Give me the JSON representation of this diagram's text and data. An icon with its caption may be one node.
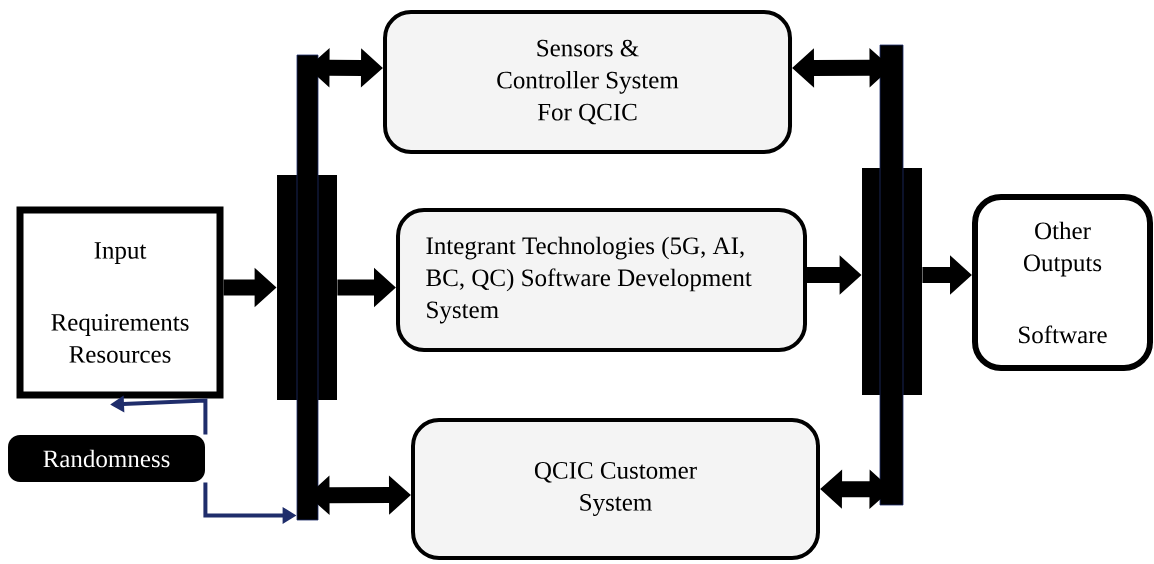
{
  "diagram": {
    "nodes": [
      {
        "text": [
          "Input",
          "Requirements Resources"
        ]
      },
      {
        "text": [
          "Randomness"
        ]
      },
      {
        "text": [],
        "shape": "bar"
      },
      {
        "text": [
          "Sensors & Controller System For QCIC"
        ]
      },
      {
        "text": [
          "Integrant Technologies (5G, AI, BC, QC) Software Development System"
        ]
      },
      {
        "text": [
          "QCIC Customer System"
        ]
      },
      {
        "text": [],
        "shape": "bar"
      },
      {
        "text": [
          "Other Outputs",
          "Software"
        ]
      }
    ],
    "edges": [
      {
        "from": 0,
        "to": 2,
        "arrow": "to"
      },
      {
        "from": 2,
        "to": 4,
        "arrow": "to"
      },
      {
        "from": 2,
        "to": 3,
        "arrow": "both"
      },
      {
        "from": 2,
        "to": 5,
        "arrow": "both"
      },
      {
        "from": 1,
        "to": 0,
        "arrow": "to",
        "color": "#1f2d6b"
      },
      {
        "from": 1,
        "to": 2,
        "arrow": "to",
        "color": "#1f2d6b"
      },
      {
        "from": 4,
        "to": 6,
        "arrow": "to"
      },
      {
        "from": 6,
        "to": 7,
        "arrow": "to"
      },
      {
        "from": 3,
        "to": 6,
        "arrow": "both"
      },
      {
        "from": 5,
        "to": 6,
        "arrow": "both"
      }
    ]
  }
}
